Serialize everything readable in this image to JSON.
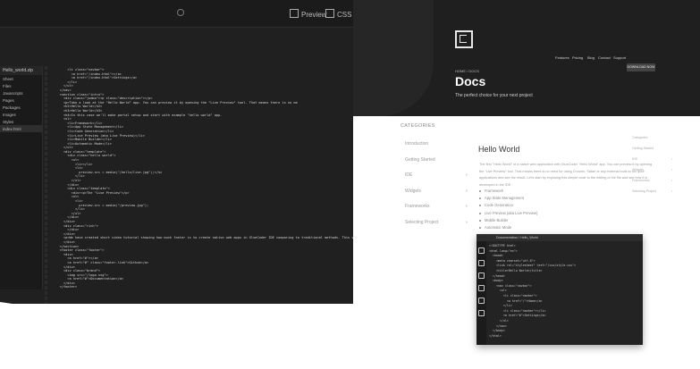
{
  "toolbar": {
    "preview_label": "Preview",
    "css_label": "CSS"
  },
  "sidebar": {
    "header": "Hello_world.zip",
    "items": [
      {
        "label": "Sheet"
      },
      {
        "label": "Files"
      },
      {
        "label": "Javascripts"
      },
      {
        "label": "Pages"
      },
      {
        "label": "Packages"
      },
      {
        "label": "Images"
      },
      {
        "label": "Styles"
      },
      {
        "label": "index.html"
      }
    ]
  },
  "editor": {
    "lines": [
      "        <li class=\"navbar\">",
      "          <a href=\"/index.html\"></a>",
      "          <a href=\"/index.html\">Settings</a>",
      "        </li>",
      "      </ul>",
      "    </nav>",
      "    <section class=\"intro\">",
      "      <div class=\"jumbo\"><p class=\"description\"></p>",
      "      <p>Take a look at the \"Hello World\" app. You can preview it by opening the \"Live Preview\" tool. That means there is no me",
      "      <h2>Hello World</h2>",
      "      <h3>Hello World</h3>",
      "      <h4>In this case we'll make portal setup and start with example \"hello world\" app.",
      "      <ul>",
      "        <li>Framework</li>",
      "        <li>App State Management</li>",
      "        <li>Code Generation</li>",
      "        <li>Live Preview (aka Live Preview)</li>",
      "        <li>Mobile Builder</li>",
      "        <li>Automatic Mode</li>",
      "      </ul>",
      "      <div class=\"template\">",
      "        <div class=\"hello world\">",
      "          <ul>",
      "            <li></li>",
      "            <li>",
      "              preview.src = media(\"/hello/live.jpg\");</sc",
      "            </li>",
      "          </ul>",
      "        </div>",
      "        <div class=\"template\">",
      "          <div><p>The \"Live Preview\"</p>",
      "          <ul>",
      "            <li>",
      "              preview.src = media(\"/preview.jpg\");",
      "            </li>",
      "          </ul>",
      "        </div>",
      "      </div>",
      "      <div class=\"rich\">",
      "        </div>",
      "      </div>",
      "      <p>We have created short video tutorial showing how much faster is to create native web apps in GlueCoder IDE comparing to traditional methods. This video will help y",
      "      </div>",
      "    </section>",
      "    <footer class=\"footer\">",
      "      <div>",
      "        <a href=\"#\"></a>",
      "        <a href=\"#\" class=\"footer-link\">Github</a>",
      "      </div>",
      "      <div class=\"brand\">",
      "        <img src=\"/logo.svg\">",
      "        <a href=\"#\">Documentation</a>",
      "      </div>",
      "    </footer>"
    ]
  },
  "docs": {
    "nav": [
      "Features",
      "Pricing",
      "Blog",
      "Contact",
      "Support"
    ],
    "nav_button": "DOWNLOAD NOW",
    "breadcrumb": "HOME / DOCS",
    "title": "Docs",
    "subtitle": "The perfect choice for your next project",
    "category_header": "CATEGORIES",
    "categories": [
      {
        "label": "Introduction",
        "chevron": false
      },
      {
        "label": "Getting Started",
        "chevron": false
      },
      {
        "label": "IDE",
        "chevron": true
      },
      {
        "label": "Widgets",
        "chevron": true
      },
      {
        "label": "Frameworks",
        "chevron": true
      },
      {
        "label": "Selecting Project",
        "chevron": true
      }
    ],
    "doc_title": "Hello World",
    "paragraph": "The first \"Hello World\" of a native web application with GlueCoder \"Hello World\" app. You can preview it by opening the \"Live Preview\" tool. That means there is no need for using Chrome, Safari or any external tools to run your applications and see the result. Let's start by exploring this simple code to the editing of the file and see how it is developed in the IDE.",
    "features": [
      "Framework",
      "App State Management",
      "Code Generation",
      "Live Preview (aka Live Preview)",
      "Mobile Builder",
      "Automatic Mode"
    ],
    "right_nav": [
      {
        "label": "Categories",
        "chevron": false
      },
      {
        "label": "Getting Started",
        "chevron": false
      },
      {
        "label": "IDE",
        "chevron": true
      },
      {
        "label": "Widgets",
        "chevron": true
      },
      {
        "label": "Frameworks",
        "chevron": true
      },
      {
        "label": "Selecting Project",
        "chevron": true
      }
    ],
    "screenshot": {
      "tab": "Documentation / Hello_World",
      "lines": [
        "<!DOCTYPE html>",
        "<html lang=\"en\">",
        "  <head>",
        "    <meta charset=\"utf-8\">",
        "    <link rel=\"stylesheet\" href=\"/css/style.css\">",
        "    <title>Hello World</title>",
        "  </head>",
        "  <body>",
        "    <nav class=\"navbar\">",
        "      <ul>",
        "        <li class=\"navbar\">",
        "          <a href=\"/\">Home</a>",
        "        </li>",
        "        <li class=\"navbar\"></li>",
        "        <a href=\"#\">Settings</a>",
        "      </ul>",
        "    </nav>",
        "  </body>",
        "</html>"
      ]
    }
  }
}
